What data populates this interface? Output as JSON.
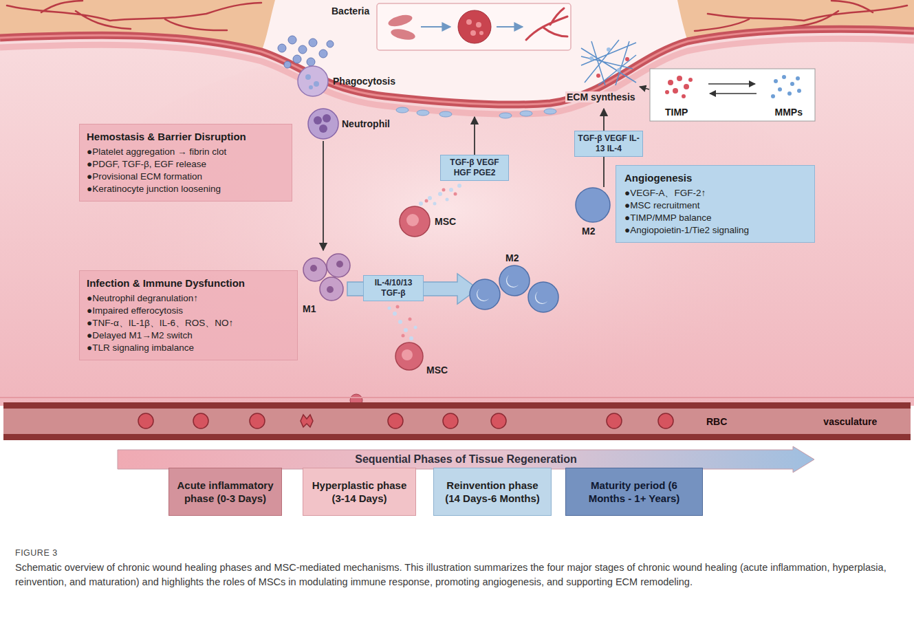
{
  "diagram": {
    "caption": "Schematic overview of chronic wound healing phases and MSC-mediated mechanisms. This illustration summarizes the four major stages of chronic wound healing (acute inflammation, hyperplasia, reinvention, and maturation) and highlights the roles of MSCs in modulating immune response, promoting angiogenesis, and supporting ECM remodeling.",
    "nodes": [
      {
        "text": [
          "TIMP",
          "MMPs"
        ]
      },
      {
        "text": [
          "Hemostasis & Barrier Disruption",
          "●Platelet aggregation → fibrin clot",
          "●PDGF, TGF-β, EGF release",
          "●Provisional ECM formation",
          "●Keratinocyte junction loosening"
        ]
      },
      {
        "text": [
          "TGF-β VEGF IL-13 IL-4"
        ]
      },
      {
        "text": [
          "TGF-β VEGF HGF PGE2"
        ]
      },
      {
        "text": [
          "Angiogenesis",
          "●VEGF-A、FGF-2↑",
          "●MSC recruitment",
          "●TIMP/MMP balance",
          "●Angiopoietin-1/Tie2 signaling"
        ]
      },
      {
        "text": [
          "Infection & Immune Dysfunction",
          "●Neutrophil degranulation↑",
          "●Impaired efferocytosis",
          "●TNF-α、IL-1β、IL-6、ROS、NO↑",
          "●Delayed M1→M2 switch",
          "●TLR signaling imbalance"
        ]
      },
      {
        "text": [
          "IL-4/10/13 TGF-β"
        ]
      },
      {
        "text": [
          "RBC",
          "vasculature"
        ]
      },
      {
        "text": [
          "Sequential Phases of Tissue Regeneration"
        ]
      },
      {
        "text": [
          "Acute inflammatory phase (0-3 Days)"
        ]
      },
      {
        "text": [
          "Hyperplastic phase (3-14 Days)"
        ]
      },
      {
        "text": [
          "Reinvention phase (14 Days-6 Months)"
        ]
      },
      {
        "text": [
          "Maturity period (6 Months - 1+ Years)"
        ]
      }
    ],
    "labels": [
      "Bacteria",
      "Phagocytosis",
      "Neutrophil",
      "M1",
      "MSC",
      "M2",
      "M2",
      "MSC",
      "ECM synthesis",
      "FIGURE 3"
    ]
  }
}
